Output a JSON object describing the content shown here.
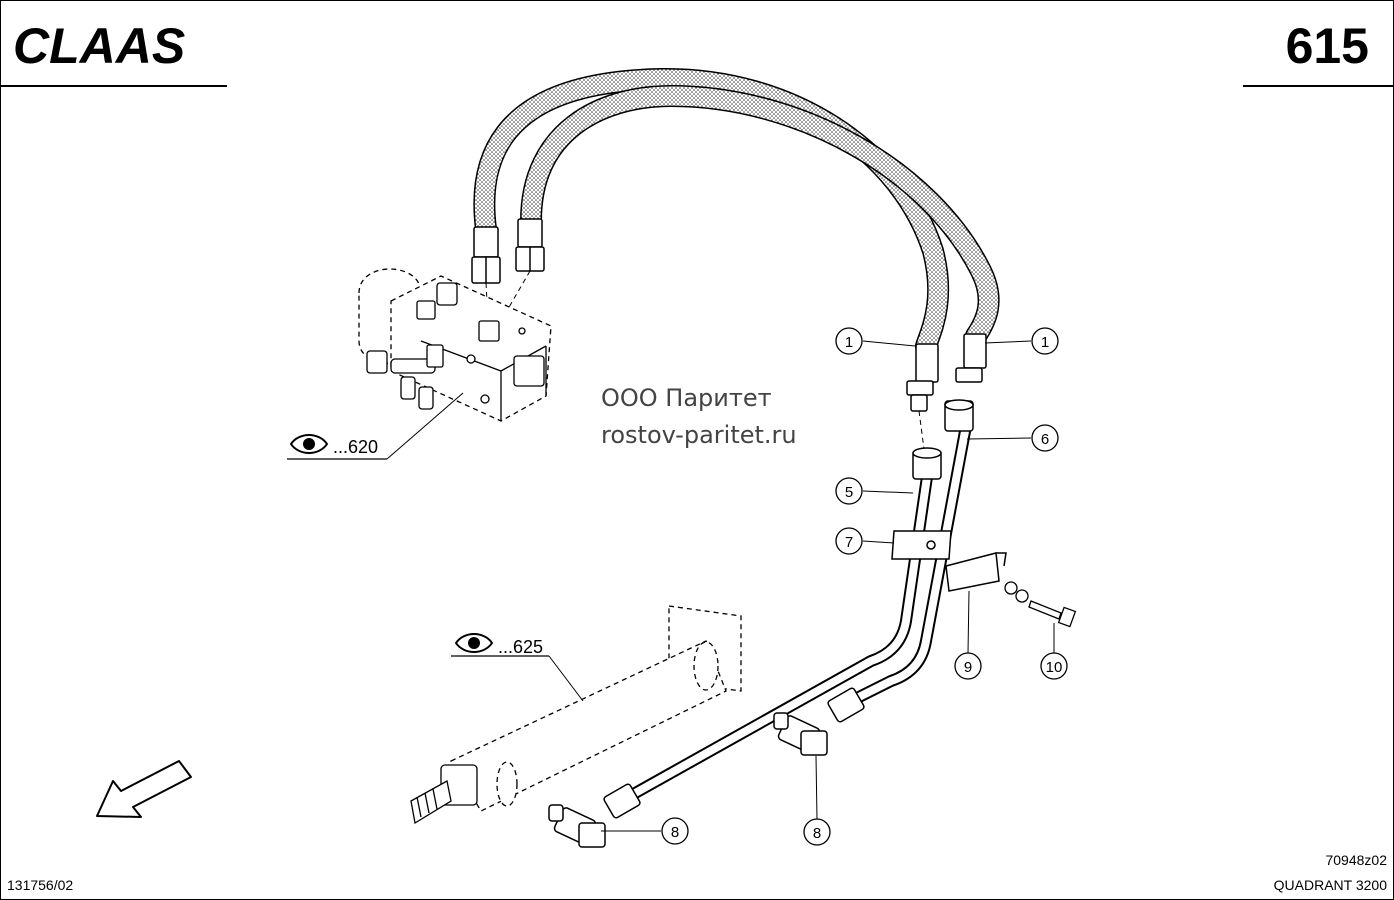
{
  "header": {
    "logo_text": "CLAAS",
    "page_number": "615"
  },
  "references": [
    {
      "label": "...620"
    },
    {
      "label": "...625"
    }
  ],
  "watermark": {
    "line1": "ООО Паритет",
    "line2": "rostov-paritet.ru"
  },
  "callouts": [
    "1",
    "1",
    "6",
    "5",
    "7",
    "9",
    "10",
    "8",
    "8"
  ],
  "footer": {
    "left_code": "131756/02",
    "right_code": "70948z02",
    "model": "QUADRANT 3200"
  },
  "colors": {
    "ink": "#000000",
    "paper": "#ffffff",
    "watermark": "#444444"
  },
  "icons": [
    "eye-icon",
    "direction-arrow-icon"
  ]
}
